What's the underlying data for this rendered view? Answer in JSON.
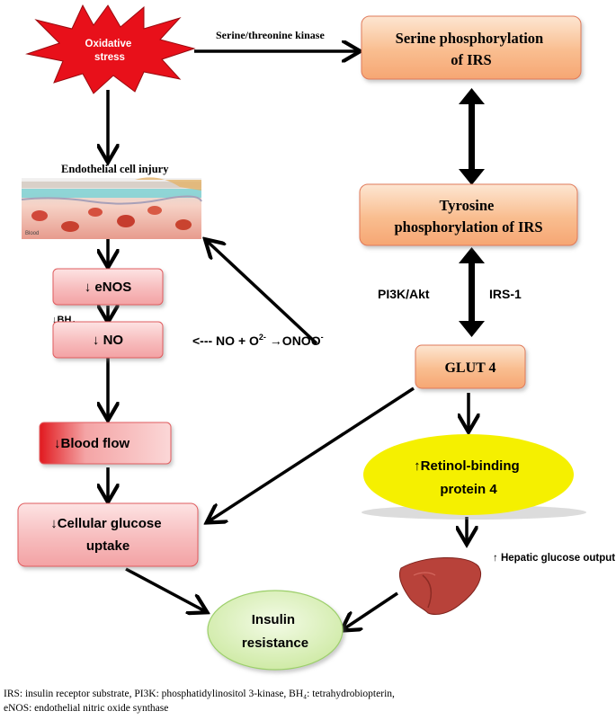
{
  "nodes": {
    "oxidative_stress": [
      "Oxidative",
      "stress"
    ],
    "serine_phos": [
      "Serine phosphorylation",
      "of IRS"
    ],
    "tyrosine_phos": [
      "Tyrosine",
      "phosphorylation of IRS"
    ],
    "glut4": "GLUT 4",
    "endothelial_injury": "Endothelial cell injury",
    "blood_label": "Blood",
    "enos": "↓ eNOS",
    "no": "↓ NO",
    "blood_flow": "↓Blood flow",
    "cellular_uptake": [
      "↓Cellular glucose",
      "uptake"
    ],
    "rbp4": [
      "↑Retinol-binding",
      "protein 4"
    ],
    "insulin_resistance": [
      "Insulin",
      "resistance"
    ]
  },
  "labels": {
    "kinase": "Serine/threonine kinase",
    "bh4_arrow": "↓",
    "bh4_base": "BH",
    "bh4_sub": "4",
    "pi3k": "PI3K/Akt",
    "irs1": "IRS-1",
    "reaction_a": "<--- NO + O",
    "reaction_sup": "2-",
    "reaction_b": " →ONOO",
    "reaction_sup2": "-",
    "hepatic": "↑ Hepatic glucose output"
  },
  "caption": [
    "IRS: insulin receptor substrate, PI3K: phosphatidylinositol 3-kinase, BH₄: tetrahydrobiopterin,",
    "eNOS: endothelial nitric oxide synthase"
  ],
  "colors": {
    "burst": "#e8101a",
    "orange_box": "#f9b98a",
    "pink_box": "#f7b7b9",
    "red_accent": "#e3151b",
    "yellow": "#f5f000",
    "green_oval": "#dff4c2",
    "liver": "#b8423a"
  }
}
